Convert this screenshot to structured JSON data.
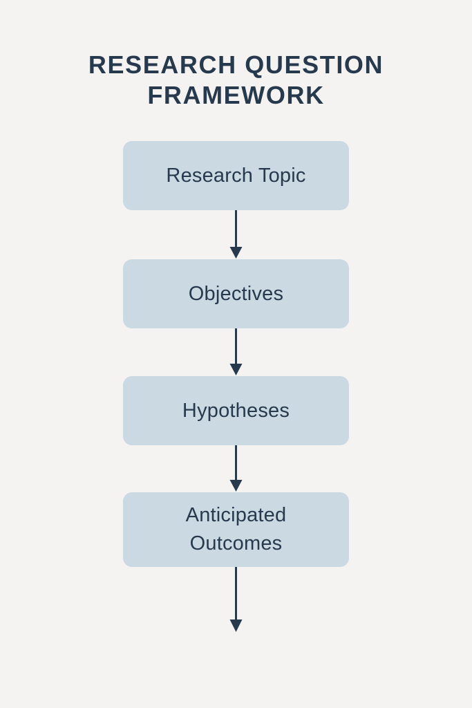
{
  "page": {
    "title": "RESEARCH QUESTION FRAMEWORK",
    "background_color": "#f4f3f1",
    "accent_color": "#26394d",
    "box_fill_color": "#cbd9e3"
  },
  "diagram": {
    "type": "vertical-flowchart",
    "orientation": "top-to-bottom",
    "nodes": [
      {
        "id": "research-topic",
        "label": "Research Topic"
      },
      {
        "id": "objectives",
        "label": "Objectives"
      },
      {
        "id": "hypotheses",
        "label": "Hypotheses"
      },
      {
        "id": "anticipated-outcomes",
        "label": "Anticipated\nOutcomes"
      }
    ],
    "connectors": [
      {
        "id": "arrow-1",
        "from": "research-topic",
        "to": "objectives",
        "glyph": "down-arrow"
      },
      {
        "id": "arrow-2",
        "from": "objectives",
        "to": "hypotheses",
        "glyph": "down-arrow"
      },
      {
        "id": "arrow-3",
        "from": "hypotheses",
        "to": "anticipated-outcomes",
        "glyph": "down-arrow"
      },
      {
        "id": "arrow-4",
        "from": "anticipated-outcomes",
        "to": "",
        "glyph": "down-arrow"
      }
    ]
  }
}
